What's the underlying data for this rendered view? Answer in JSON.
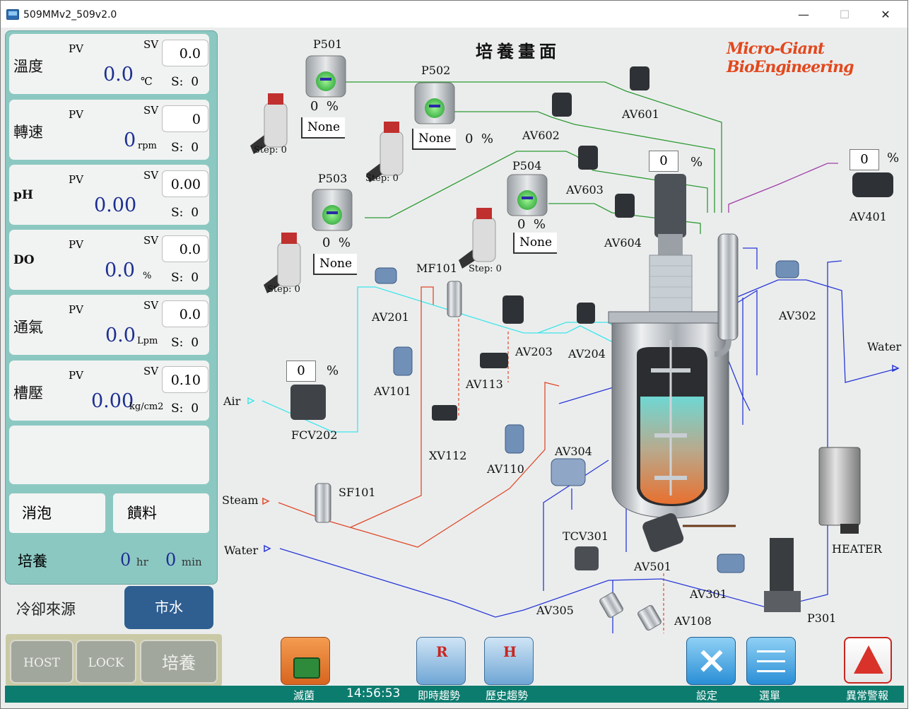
{
  "window": {
    "title": "509MMv2_509v2.0",
    "minimize": "—",
    "maximize": "☐",
    "close": "✕"
  },
  "header": {
    "page_title": "培養畫面",
    "logo_text": "Micro-Giant BioEngineering"
  },
  "parameters": [
    {
      "name": "溫度",
      "pv_label": "PV",
      "sv_label": "SV",
      "sv": "0.0",
      "pv": "0.0",
      "unit": "℃",
      "s_label": "S:",
      "s": "0"
    },
    {
      "name": "轉速",
      "pv_label": "PV",
      "sv_label": "SV",
      "sv": "0",
      "pv": "0",
      "unit": "rpm",
      "s_label": "S:",
      "s": "0"
    },
    {
      "name": "pH",
      "pv_label": "PV",
      "sv_label": "SV",
      "sv": "0.00",
      "pv": "0.00",
      "unit": "",
      "s_label": "S:",
      "s": "0"
    },
    {
      "name": "DO",
      "pv_label": "PV",
      "sv_label": "SV",
      "sv": "0.0",
      "pv": "0.0",
      "unit": "%",
      "s_label": "S:",
      "s": "0"
    },
    {
      "name": "通氣",
      "pv_label": "PV",
      "sv_label": "SV",
      "sv": "0.0",
      "pv": "0.0",
      "unit": "Lpm",
      "s_label": "S:",
      "s": "0"
    },
    {
      "name": "槽壓",
      "pv_label": "PV",
      "sv_label": "SV",
      "sv": "0.10",
      "pv": "0.00",
      "unit": "kg/cm2",
      "s_label": "S:",
      "s": "0"
    }
  ],
  "buttons": {
    "antifoam": "消泡",
    "feed": "饋料"
  },
  "culture": {
    "label": "培養",
    "hr_value": "0",
    "hr_unit": "hr",
    "min_value": "0",
    "min_unit": "min"
  },
  "cooling": {
    "label": "冷卻來源",
    "value": "市水"
  },
  "bottom_left": {
    "host": "HOST",
    "lock": "LOCK",
    "culture": "培養"
  },
  "toolbar": {
    "sterilize": "滅菌",
    "time": "14:56:53",
    "realtime_trend": "即時趨勢",
    "history_trend": "歷史趨勢",
    "settings": "設定",
    "menu": "選單",
    "alarm": "異常警報",
    "r_letter": "R",
    "h_letter": "H"
  },
  "pumps": [
    {
      "name": "P501",
      "percent": "0",
      "percent_sign": "%",
      "mode": "None",
      "step": "Step: 0"
    },
    {
      "name": "P502",
      "percent": "0",
      "percent_sign": "%",
      "mode": "None",
      "step": "Step: 0"
    },
    {
      "name": "P503",
      "percent": "0",
      "percent_sign": "%",
      "mode": "None",
      "step": "Step: 0"
    },
    {
      "name": "P504",
      "percent": "0",
      "percent_sign": "%",
      "mode": "None",
      "step": "Step: 0"
    }
  ],
  "valves": {
    "av601": "AV601",
    "av602": "AV602",
    "av603": "AV603",
    "av604": "AV604",
    "av401": "AV401",
    "av201": "AV201",
    "av203": "AV203",
    "av204": "AV204",
    "av302": "AV302",
    "av101": "AV101",
    "av113": "AV113",
    "av110": "AV110",
    "av304": "AV304",
    "av501": "AV501",
    "av301": "AV301",
    "av305": "AV305",
    "av108": "AV108",
    "mf101": "MF101",
    "xv112": "XV112",
    "fcv202": "FCV202",
    "sf101": "SF101",
    "tcv301": "TCV301",
    "p301": "P301",
    "heater": "HEATER"
  },
  "readouts": {
    "agitator_percent": "0",
    "av401_percent": "0",
    "fcv202_percent": "0",
    "percent_sign": "%"
  },
  "streams": {
    "air": "Air",
    "steam": "Steam",
    "water_in": "Water",
    "water_out": "Water"
  }
}
